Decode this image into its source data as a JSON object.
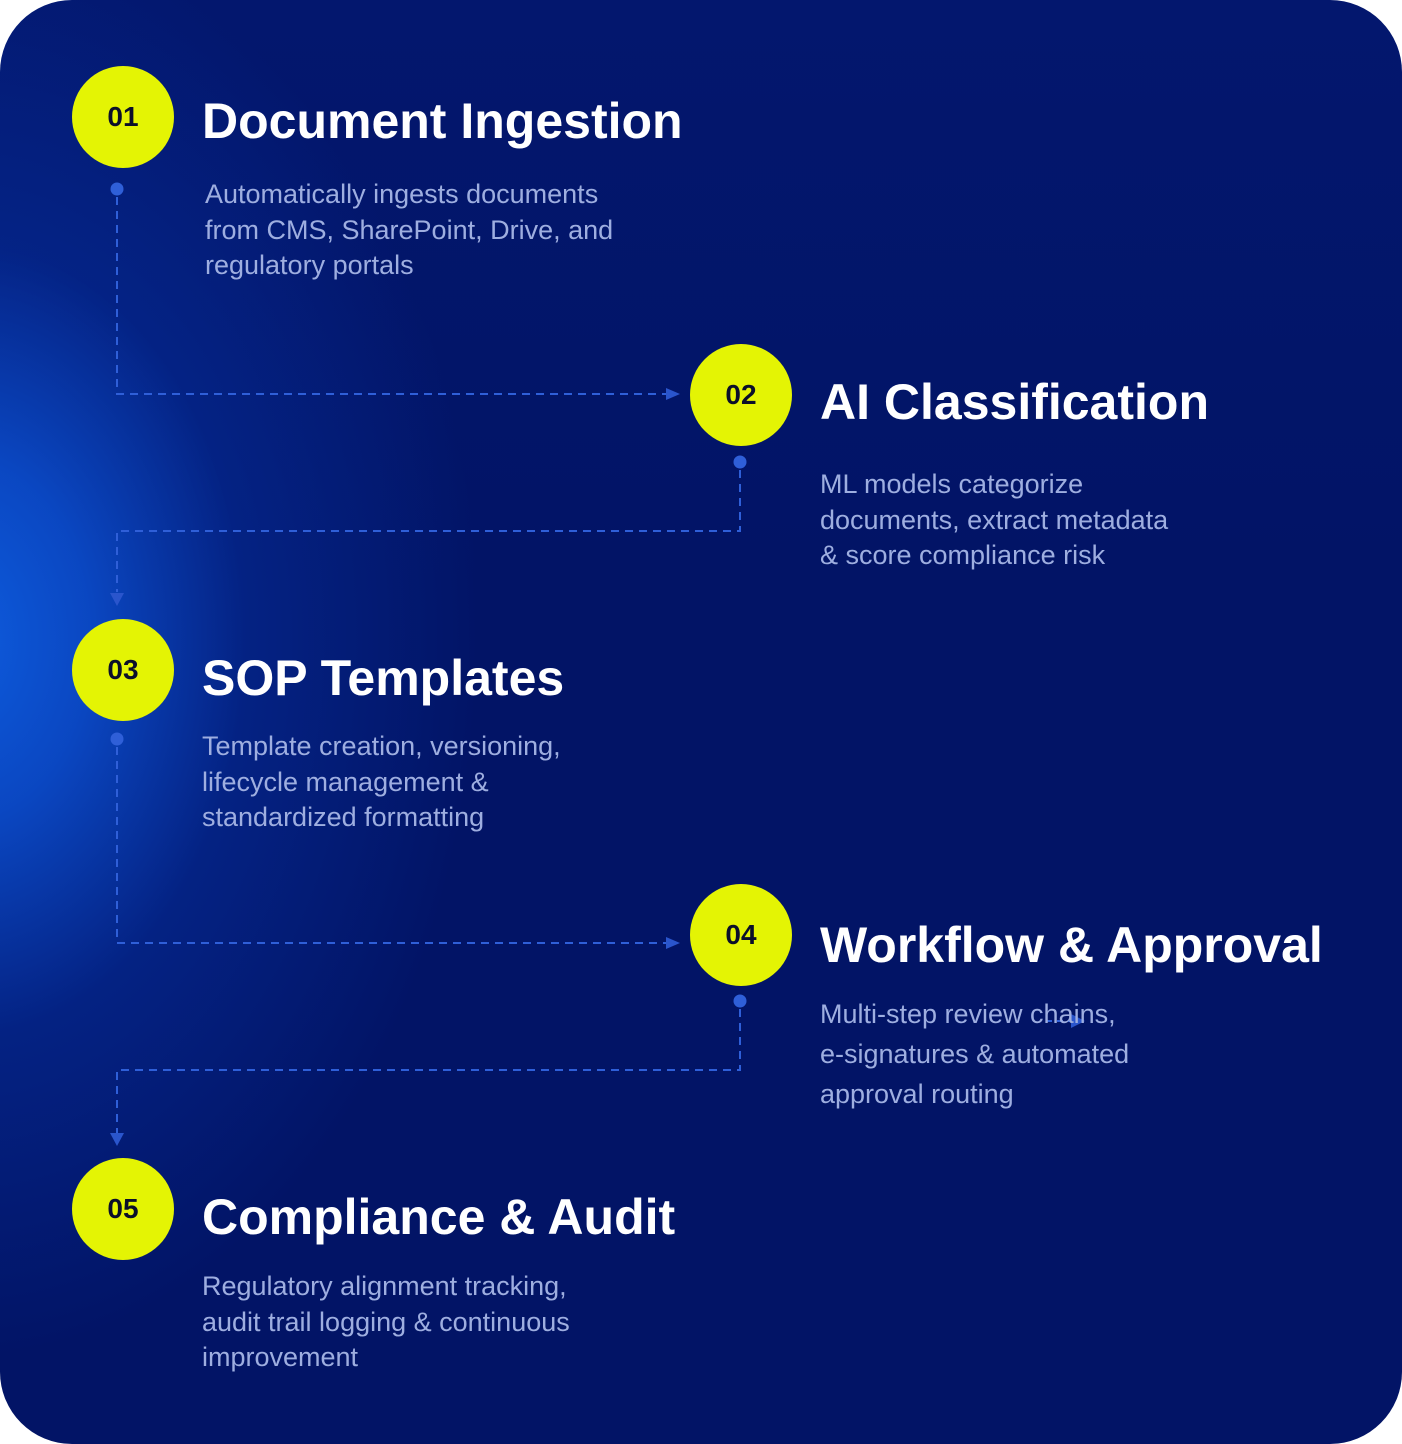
{
  "diagram": {
    "colors": {
      "background": "#021466",
      "glow": "#0e5cde",
      "badge_fill": "#e4f404",
      "badge_text": "#0b0f2a",
      "title_text": "#ffffff",
      "description_text": "#9eaee0",
      "connector": "#2f5fd8"
    },
    "steps": [
      {
        "number": "01",
        "title": "Document Ingestion",
        "description": "Automatically ingests documents\nfrom CMS, SharePoint, Drive, and\nregulatory portals"
      },
      {
        "number": "02",
        "title": "AI Classification",
        "description": "ML models categorize\ndocuments, extract metadata\n& score compliance risk"
      },
      {
        "number": "03",
        "title": "SOP Templates",
        "description": "Template creation, versioning,\nlifecycle management &\nstandardized formatting"
      },
      {
        "number": "04",
        "title": "Workflow & Approval",
        "description": "Multi-step review chains,\ne-signatures & automated\napproval routing"
      },
      {
        "number": "05",
        "title": "Compliance & Audit",
        "description": "Regulatory alignment tracking,\naudit trail logging & continuous\nimprovement"
      }
    ],
    "connections": [
      {
        "from": "01",
        "to": "02"
      },
      {
        "from": "02",
        "to": "03"
      },
      {
        "from": "03",
        "to": "04"
      },
      {
        "from": "04",
        "to": "05"
      }
    ]
  }
}
